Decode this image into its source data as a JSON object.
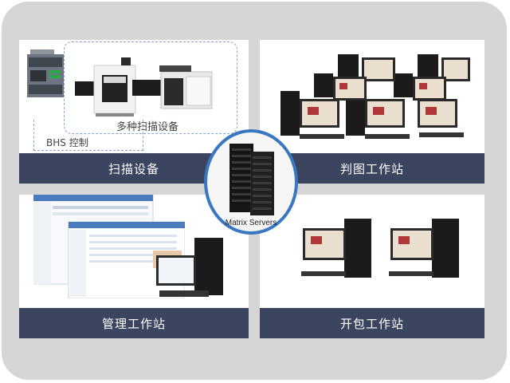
{
  "panels": {
    "scan": {
      "caption": "扫描设备",
      "devices_label": "多种扫描设备",
      "bhs_label": "BHS 控制"
    },
    "judge": {
      "caption": "判图工作站"
    },
    "manage": {
      "caption": "管理工作站"
    },
    "open": {
      "caption": "开包工作站"
    }
  },
  "center": {
    "label": "Matrix Servers"
  },
  "colors": {
    "caption_bg": "#3c4560",
    "ring": "#3a77c2",
    "frame_bg": "#d6d6d6"
  }
}
